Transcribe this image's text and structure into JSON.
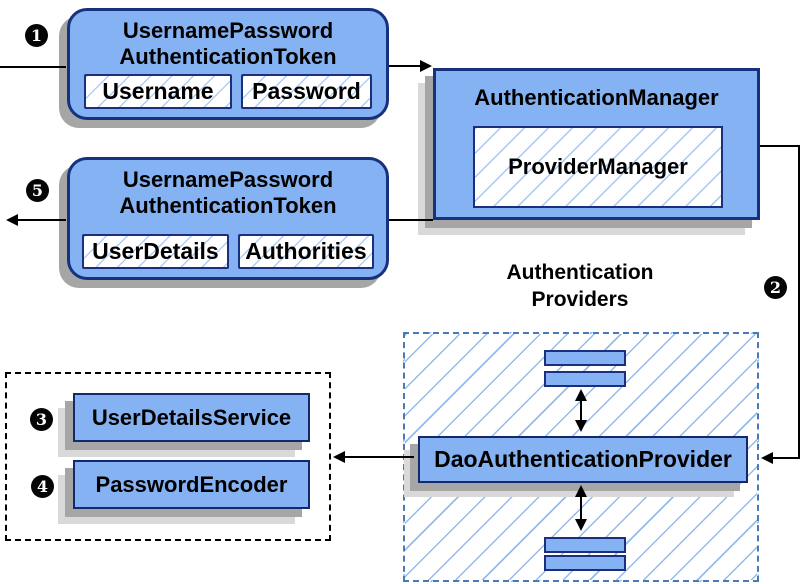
{
  "colors": {
    "box-fill": "#85b2f2",
    "box-border": "#16317d",
    "dashed-blue": "#4a7ab5",
    "shadow-dark": "#a6a6a6",
    "shadow-light": "#d9d9d9",
    "connector": "#000000",
    "hatch-line": "#8cb9ee"
  },
  "badges": {
    "b1": "1",
    "b2": "2",
    "b3": "3",
    "b4": "4",
    "b5": "5"
  },
  "request_token": {
    "title1": "UsernamePassword",
    "title2": "AuthenticationToken",
    "field1": "Username",
    "field2": "Password"
  },
  "auth_manager": {
    "title": "AuthenticationManager",
    "provider": "ProviderManager"
  },
  "response_token": {
    "title1": "UsernamePassword",
    "title2": "AuthenticationToken",
    "field1": "UserDetails",
    "field2": "Authorities"
  },
  "providers": {
    "heading1": "Authentication",
    "heading2": "Providers",
    "dao": "DaoAuthenticationProvider"
  },
  "services": {
    "user_details_service": "UserDetailsService",
    "password_encoder": "PasswordEncoder"
  }
}
